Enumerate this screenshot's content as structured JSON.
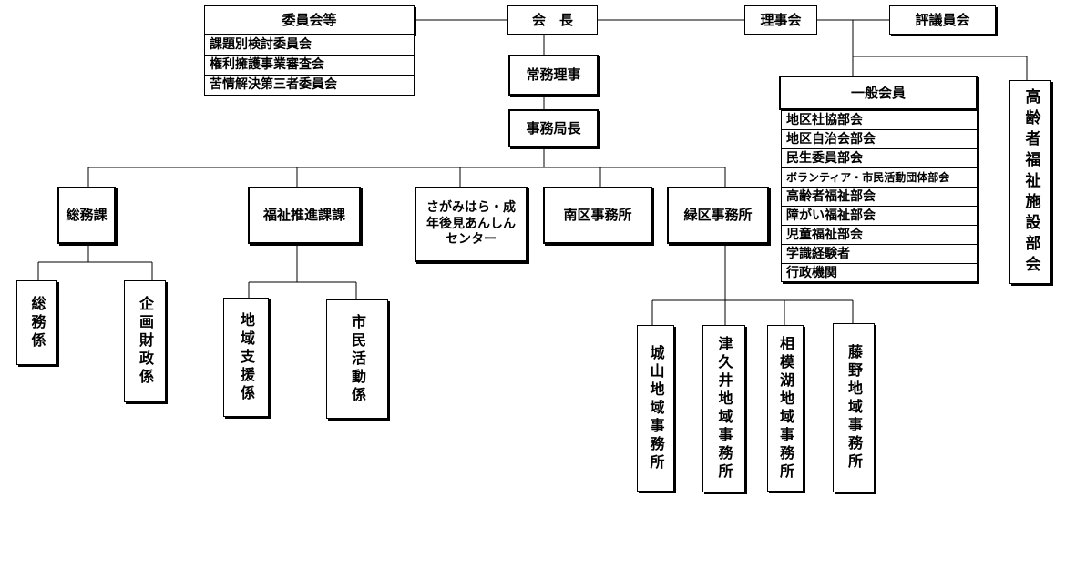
{
  "top": {
    "committees_title": "委員会等",
    "president": "会　長",
    "board": "理事会",
    "councilors": "評議員会"
  },
  "committees": [
    "課題別検討委員会",
    "権利擁護事業審査会",
    "苦情解決第三者委員会"
  ],
  "executive_director": "常務理事",
  "secretary_general": "事務局長",
  "general_members": {
    "title": "一般会員",
    "items": [
      "地区社協部会",
      "地区自治会部会",
      "民生委員部会",
      "ボランティア・市民活動団体部会",
      "高齢者福祉部会",
      "障がい福祉部会",
      "児童福祉部会",
      "学識経験者",
      "行政機関"
    ]
  },
  "elderly_facilities": "高齢者福祉施設部会",
  "departments": {
    "general_affairs": "総務課",
    "welfare_promotion": "福祉推進課課",
    "guardianship_center": "さがみはら・成\n年後見あんしん\nセンター",
    "minami_office": "南区事務所",
    "midori_office": "緑区事務所"
  },
  "sections": {
    "general": "総務係",
    "planning": "企画財政係",
    "community_support": "地域支援係",
    "civic_activity": "市民活動係"
  },
  "area_offices": [
    "城山地域事務所",
    "津久井地域事務所",
    "相模湖地域事務所",
    "藤野地域事務所"
  ]
}
